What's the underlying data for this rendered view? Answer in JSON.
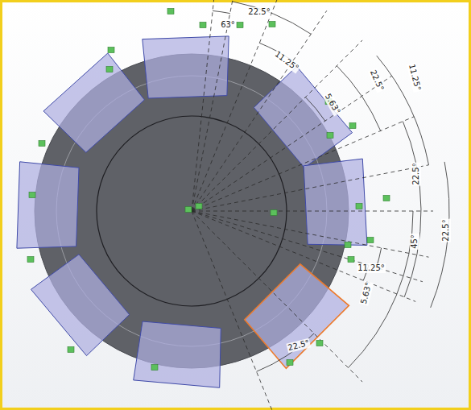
{
  "diagram": {
    "labels": [
      "63°",
      "22.5°",
      "11.25°",
      "5.63°",
      "22.5°",
      "11.25°",
      "22.5°",
      "45°",
      "22.5°",
      "11.25°",
      "5.63°",
      "22.5°"
    ]
  }
}
